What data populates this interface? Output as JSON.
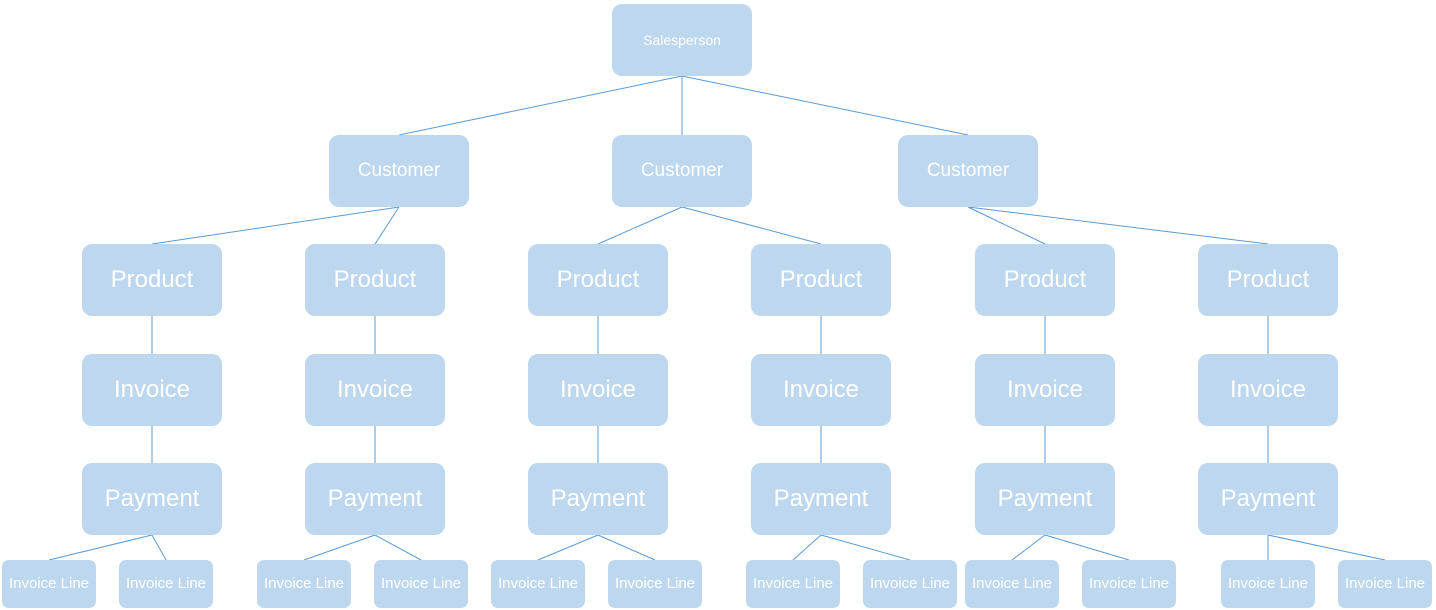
{
  "colors": {
    "node_fill": "#BDD7EE",
    "connector": "#5B9BD5",
    "text": "#FFFFFF"
  },
  "root": {
    "label": "Salesperson",
    "children": [
      {
        "label": "Customer",
        "children": [
          {
            "label": "Product",
            "chain": [
              "Invoice",
              "Payment"
            ],
            "leaves": [
              "Invoice Line",
              "Invoice Line"
            ]
          },
          {
            "label": "Product",
            "chain": [
              "Invoice",
              "Payment"
            ],
            "leaves": [
              "Invoice Line",
              "Invoice Line"
            ]
          }
        ]
      },
      {
        "label": "Customer",
        "children": [
          {
            "label": "Product",
            "chain": [
              "Invoice",
              "Payment"
            ],
            "leaves": [
              "Invoice Line",
              "Invoice Line"
            ]
          },
          {
            "label": "Product",
            "chain": [
              "Invoice",
              "Payment"
            ],
            "leaves": [
              "Invoice Line",
              "Invoice Line"
            ]
          }
        ]
      },
      {
        "label": "Customer",
        "children": [
          {
            "label": "Product",
            "chain": [
              "Invoice",
              "Payment"
            ],
            "leaves": [
              "Invoice Line",
              "Invoice Line"
            ]
          },
          {
            "label": "Product",
            "chain": [
              "Invoice",
              "Payment"
            ],
            "leaves": [
              "Invoice Line",
              "Invoice Line"
            ]
          }
        ]
      }
    ]
  }
}
